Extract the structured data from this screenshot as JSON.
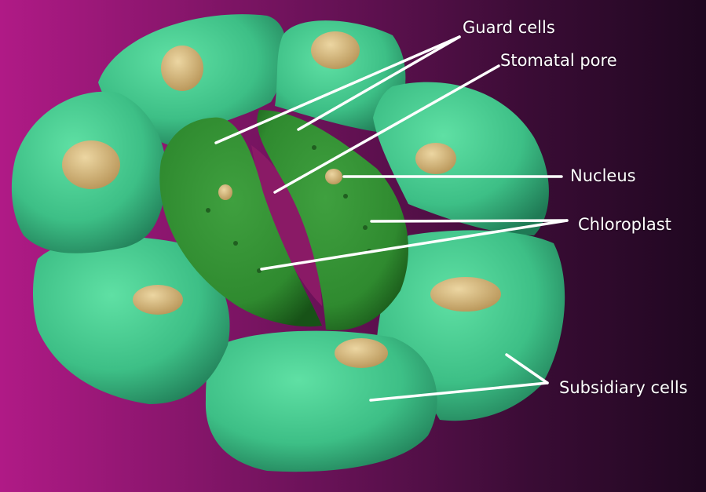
{
  "labels": {
    "guard_cells": "Guard cells",
    "stomatal_pore": "Stomatal pore",
    "nucleus": "Nucleus",
    "chloroplast": "Chloroplast",
    "subsidiary_cells": "Subsidiary cells"
  },
  "colors": {
    "background_magenta": "#b01a86",
    "background_dark": "#1f0720",
    "subsidiary_cell": "#3dbf86",
    "guard_cell": "#2f8a2f",
    "nucleus": "#d9bd84",
    "pore": "#8a1a66",
    "pointer_line": "#ffffff"
  }
}
